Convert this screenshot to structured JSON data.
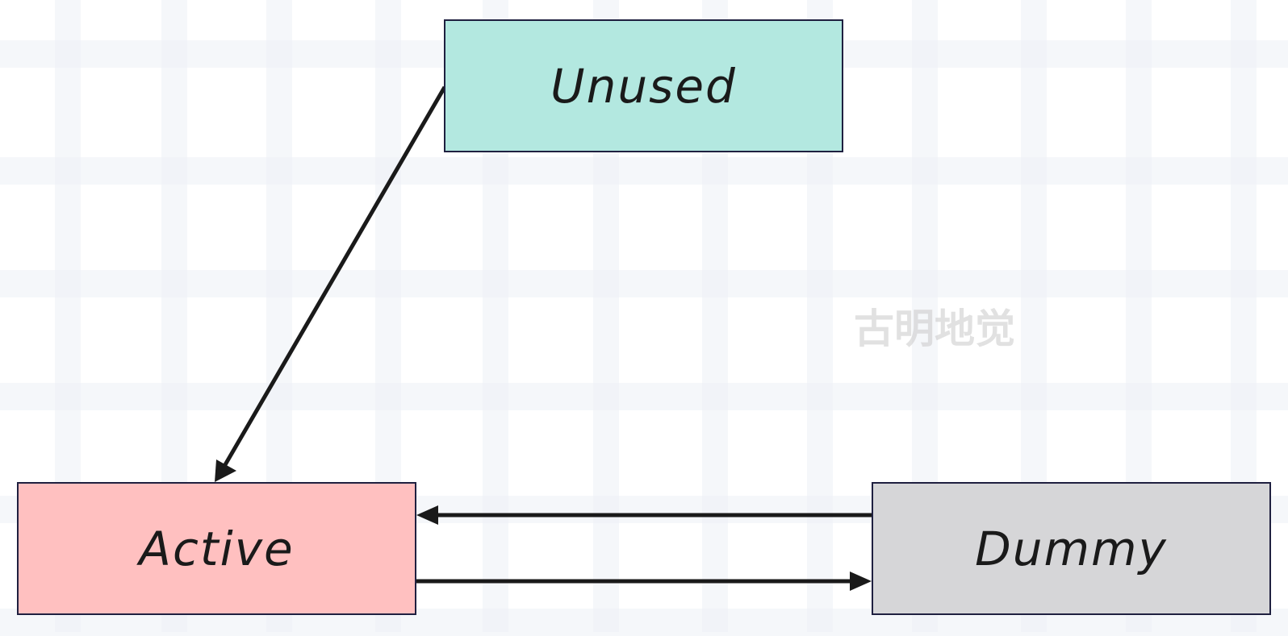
{
  "colors": {
    "unused_fill": "#b3e8e0",
    "active_fill": "#ffc0c0",
    "dummy_fill": "#d6d6d8",
    "border": "#1f2040",
    "arrow": "#1a1a1a"
  },
  "nodes": {
    "unused": {
      "label": "Unused"
    },
    "active": {
      "label": "Active"
    },
    "dummy": {
      "label": "Dummy"
    }
  },
  "edges": [
    {
      "from": "unused",
      "to": "active"
    },
    {
      "from": "dummy",
      "to": "active"
    },
    {
      "from": "active",
      "to": "dummy"
    }
  ],
  "watermark": "古明地觉"
}
